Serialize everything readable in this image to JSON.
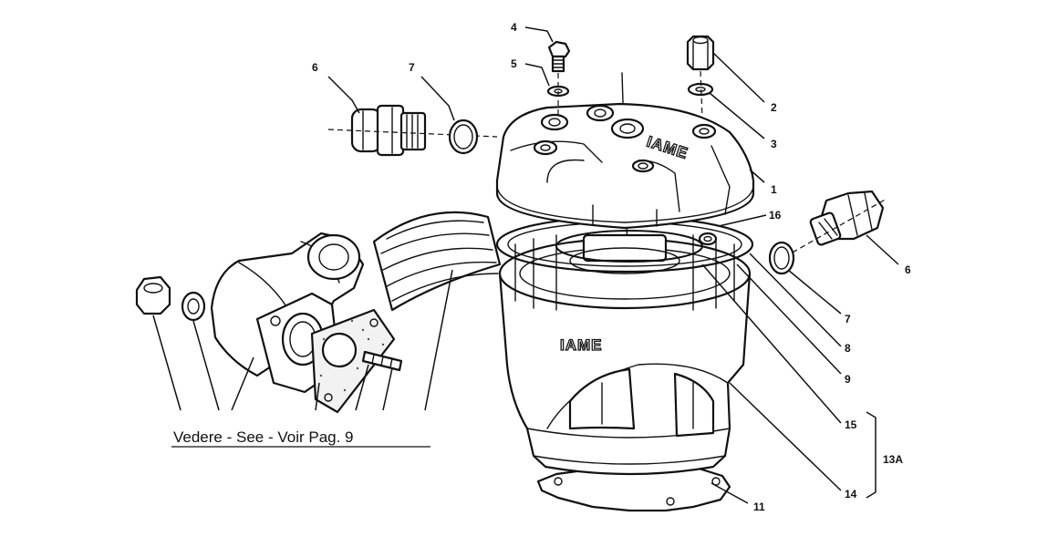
{
  "diagram": {
    "brand_marks": {
      "head": "IAME",
      "cylinder": "IAME"
    },
    "reference_note": "Vedere - See - Voir  Pag. 9",
    "group_label": "13A",
    "callouts": [
      {
        "id": "c1",
        "label": "1"
      },
      {
        "id": "c2",
        "label": "2"
      },
      {
        "id": "c3",
        "label": "3"
      },
      {
        "id": "c4",
        "label": "4"
      },
      {
        "id": "c5",
        "label": "5"
      },
      {
        "id": "c6a",
        "label": "6"
      },
      {
        "id": "c6b",
        "label": "6"
      },
      {
        "id": "c7a",
        "label": "7"
      },
      {
        "id": "c7b",
        "label": "7"
      },
      {
        "id": "c8",
        "label": "8"
      },
      {
        "id": "c9",
        "label": "9"
      },
      {
        "id": "c11",
        "label": "11"
      },
      {
        "id": "c14",
        "label": "14"
      },
      {
        "id": "c15",
        "label": "15"
      },
      {
        "id": "c16",
        "label": "16"
      }
    ]
  }
}
